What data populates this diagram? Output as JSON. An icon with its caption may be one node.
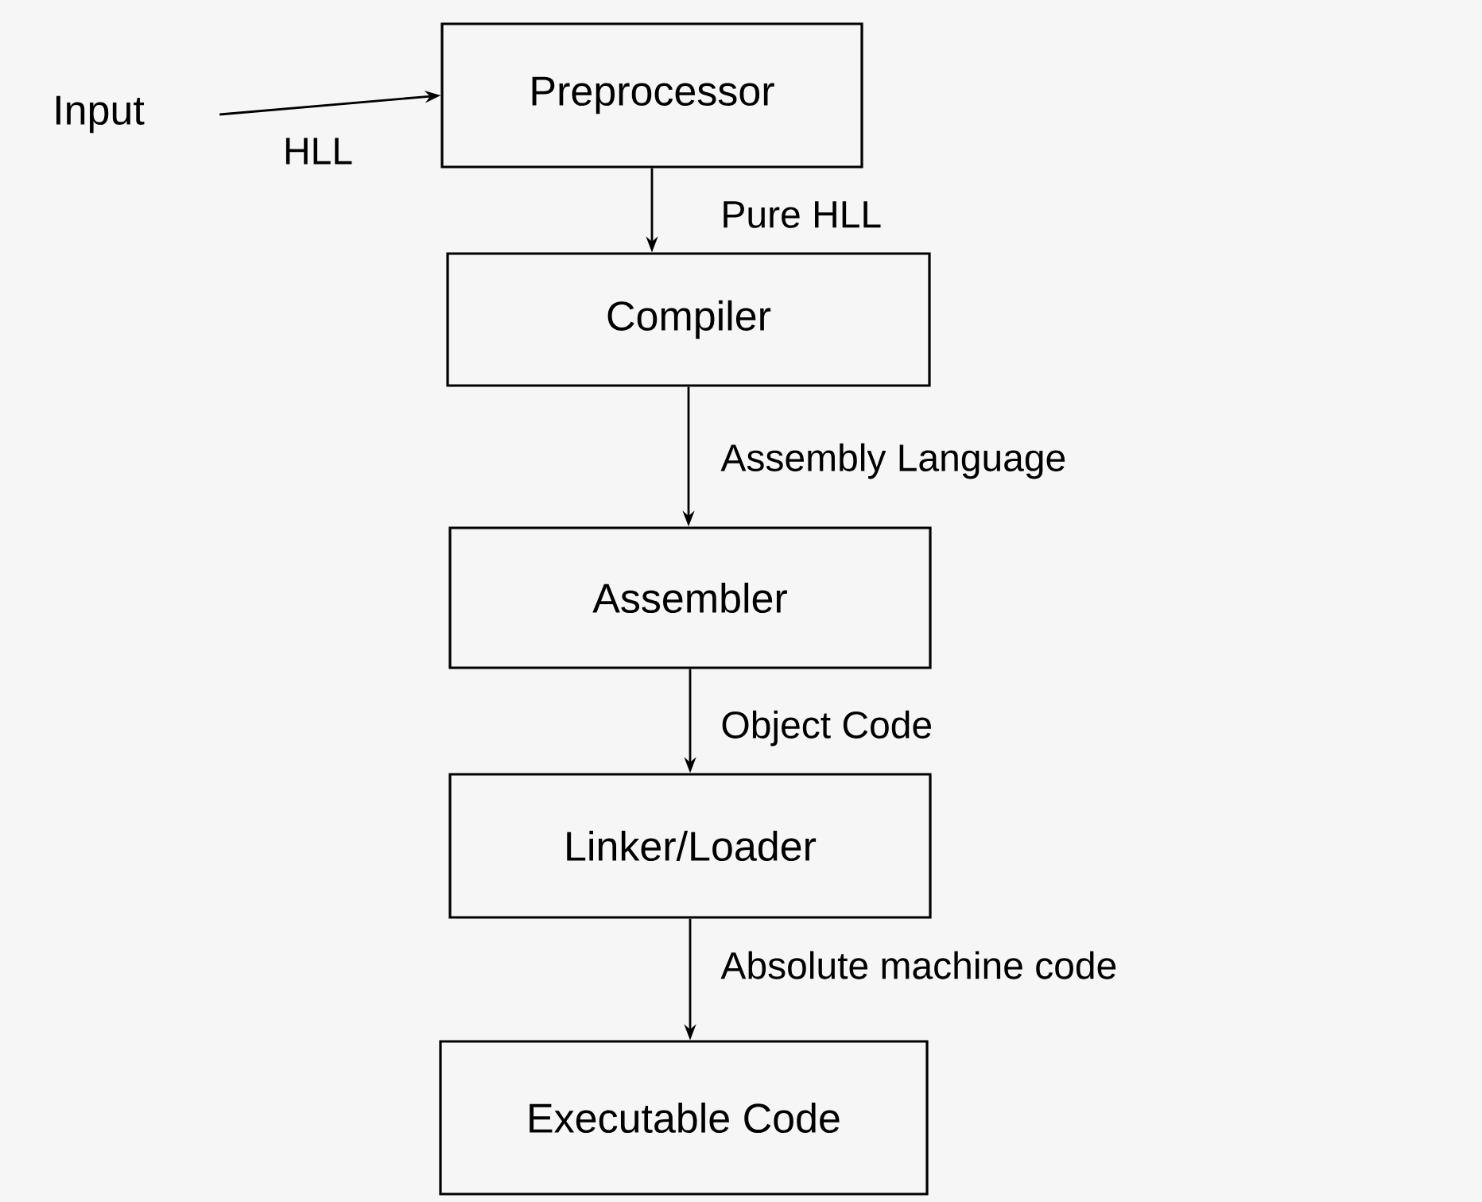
{
  "diagram": {
    "nodes": [
      {
        "text": [
          "Input"
        ]
      },
      {
        "text": [
          "Preprocessor"
        ]
      },
      {
        "text": [
          "Compiler"
        ]
      },
      {
        "text": [
          "Assembler"
        ]
      },
      {
        "text": [
          "Linker/Loader"
        ]
      },
      {
        "text": [
          "Executable Code"
        ]
      }
    ],
    "edges": [
      {
        "from": 0,
        "to": 1,
        "arrow": "to",
        "label": "HLL"
      },
      {
        "from": 1,
        "to": 2,
        "arrow": "to",
        "label": "Pure HLL"
      },
      {
        "from": 2,
        "to": 3,
        "arrow": "to",
        "label": "Assembly Language"
      },
      {
        "from": 3,
        "to": 4,
        "arrow": "to",
        "label": "Object Code"
      },
      {
        "from": 4,
        "to": 5,
        "arrow": "to",
        "label": "Absolute machine code"
      }
    ]
  }
}
